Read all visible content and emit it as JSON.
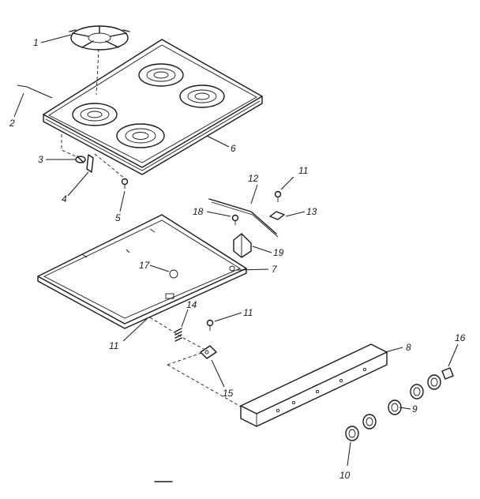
{
  "diagram": {
    "callouts": [
      {
        "id": "c1",
        "label": "1"
      },
      {
        "id": "c2",
        "label": "2"
      },
      {
        "id": "c3",
        "label": "3"
      },
      {
        "id": "c4",
        "label": "4"
      },
      {
        "id": "c5",
        "label": "5"
      },
      {
        "id": "c6",
        "label": "6"
      },
      {
        "id": "c7",
        "label": "7"
      },
      {
        "id": "c8",
        "label": "8"
      },
      {
        "id": "c9",
        "label": "9"
      },
      {
        "id": "c10",
        "label": "10"
      },
      {
        "id": "c11a",
        "label": "11"
      },
      {
        "id": "c11b",
        "label": "11"
      },
      {
        "id": "c11c",
        "label": "11"
      },
      {
        "id": "c12",
        "label": "12"
      },
      {
        "id": "c13",
        "label": "13"
      },
      {
        "id": "c14",
        "label": "14"
      },
      {
        "id": "c15",
        "label": "15"
      },
      {
        "id": "c16",
        "label": "16"
      },
      {
        "id": "c17",
        "label": "17"
      },
      {
        "id": "c18",
        "label": "18"
      },
      {
        "id": "c19",
        "label": "19"
      }
    ]
  }
}
